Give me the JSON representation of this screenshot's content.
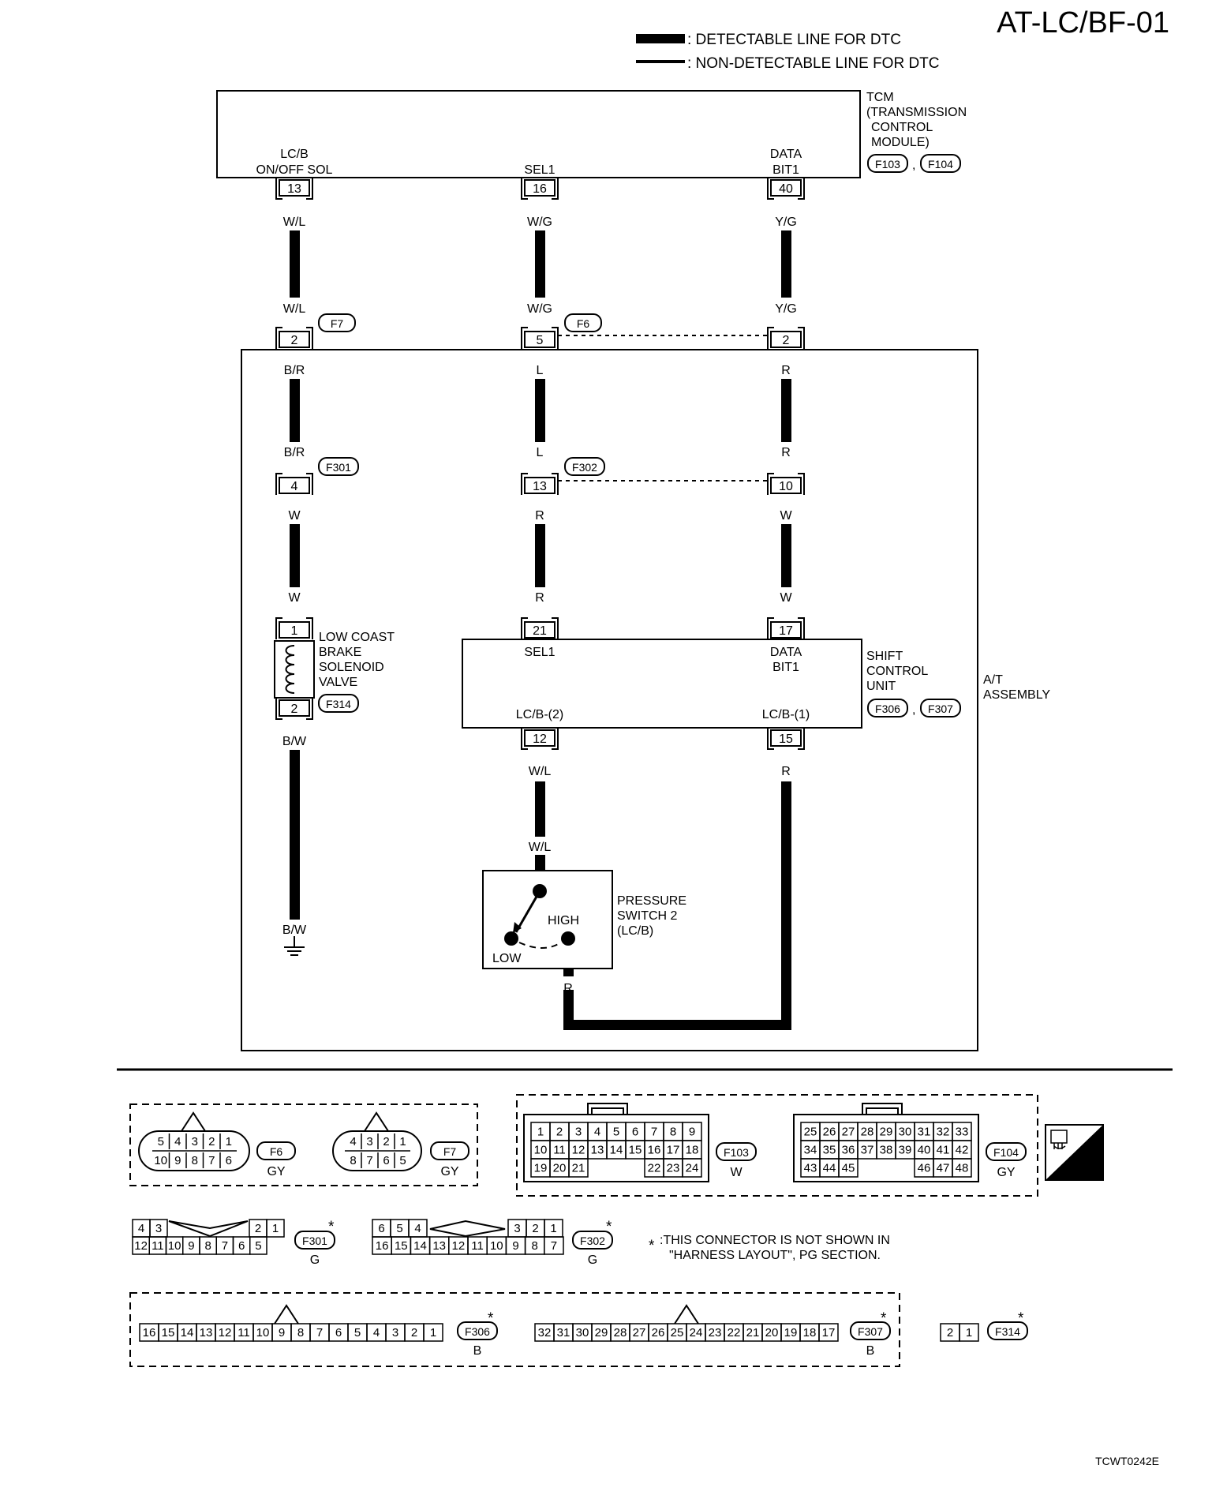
{
  "diagram_code": "AT-LC/BF-01",
  "legend": {
    "detectable": ": DETECTABLE LINE FOR DTC",
    "non_detectable": ": NON-DETECTABLE LINE FOR DTC"
  },
  "tcm": {
    "name_lines": [
      "TCM",
      "(TRANSMISSION",
      "CONTROL",
      "MODULE)"
    ],
    "connectors": [
      "F103",
      "F104"
    ],
    "pins": [
      {
        "label_lines": [
          "LC/B",
          "ON/OFF SOL"
        ],
        "pin": "13",
        "wire": "W/L"
      },
      {
        "label_lines": [
          "SEL1"
        ],
        "pin": "16",
        "wire": "W/G"
      },
      {
        "label_lines": [
          "DATA",
          "BIT1"
        ],
        "pin": "40",
        "wire": "Y/G"
      }
    ]
  },
  "f7": {
    "connector": "F7",
    "pin": "2",
    "wire_in": "W/L",
    "wire_out": "B/R"
  },
  "f6": {
    "connector": "F6",
    "pins": [
      "5",
      "2"
    ],
    "wires_in": [
      "W/G",
      "Y/G"
    ],
    "wires_out": [
      "L",
      "R"
    ]
  },
  "f301": {
    "connector": "F301",
    "pin": "4",
    "wire_in": "B/R",
    "wire_out": "W"
  },
  "f302": {
    "connector": "F302",
    "pins": [
      "13",
      "10"
    ],
    "wires_in": [
      "L",
      "R"
    ],
    "wires_out": [
      "R",
      "W"
    ]
  },
  "solenoid": {
    "name_lines": [
      "LOW COAST",
      "BRAKE",
      "SOLENOID",
      "VALVE"
    ],
    "connector": "F314",
    "pins": [
      "1",
      "2"
    ],
    "wire_in": "W",
    "wire_out": "B/W",
    "ground_wire": "B/W"
  },
  "shift_unit": {
    "name_lines": [
      "SHIFT",
      "CONTROL",
      "UNIT"
    ],
    "connectors": [
      "F306",
      "F307"
    ],
    "top_pins": [
      {
        "pin": "21",
        "wire": "R",
        "label": "SEL1"
      },
      {
        "pin": "17",
        "wire": "W",
        "label_lines": [
          "DATA",
          "BIT1"
        ]
      }
    ],
    "bottom_pins": [
      {
        "pin": "12",
        "wire": "W/L",
        "label": "LC/B-(2)"
      },
      {
        "pin": "15",
        "wire": "R",
        "label": "LC/B-(1)"
      }
    ]
  },
  "pressure_switch": {
    "name_lines": [
      "PRESSURE",
      "SWITCH 2",
      "(LC/B)"
    ],
    "high": "HIGH",
    "low": "LOW",
    "wire_in": "W/L",
    "wire_out": "R"
  },
  "at_assembly": [
    "A/T",
    "ASSEMBLY"
  ],
  "connector_views": {
    "f6": {
      "id": "F6",
      "color": "GY",
      "top": [
        "5",
        "4",
        "3",
        "2",
        "1"
      ],
      "bottom": [
        "10",
        "9",
        "8",
        "7",
        "6"
      ]
    },
    "f7": {
      "id": "F7",
      "color": "GY",
      "top": [
        "4",
        "3",
        "2",
        "1"
      ],
      "bottom": [
        "8",
        "7",
        "6",
        "5"
      ]
    },
    "f103": {
      "id": "F103",
      "color": "W",
      "rows": [
        [
          "1",
          "2",
          "3",
          "4",
          "5",
          "6",
          "7",
          "8",
          "9"
        ],
        [
          "10",
          "11",
          "12",
          "13",
          "14",
          "15",
          "16",
          "17",
          "18"
        ],
        [
          "19",
          "20",
          "21",
          "",
          "",
          "",
          "22",
          "23",
          "24"
        ]
      ]
    },
    "f104": {
      "id": "F104",
      "color": "GY",
      "rows": [
        [
          "25",
          "26",
          "27",
          "28",
          "29",
          "30",
          "31",
          "32",
          "33"
        ],
        [
          "34",
          "35",
          "36",
          "37",
          "38",
          "39",
          "40",
          "41",
          "42"
        ],
        [
          "43",
          "44",
          "45",
          "",
          "",
          "",
          "46",
          "47",
          "48"
        ]
      ]
    },
    "hs_label": "H.S.",
    "f301": {
      "id": "F301",
      "color": "G",
      "top_left": [
        "4",
        "3"
      ],
      "top_right": [
        "2",
        "1"
      ],
      "bottom": [
        "12",
        "11",
        "10",
        "9",
        "8",
        "7",
        "6",
        "5"
      ]
    },
    "f302": {
      "id": "F302",
      "color": "G",
      "top_left": [
        "6",
        "5",
        "4"
      ],
      "top_right": [
        "3",
        "2",
        "1"
      ],
      "bottom": [
        "16",
        "15",
        "14",
        "13",
        "12",
        "11",
        "10",
        "9",
        "8",
        "7"
      ]
    },
    "note_star": "*",
    "note_lines": [
      ":THIS CONNECTOR IS NOT SHOWN IN",
      "\"HARNESS LAYOUT\", PG SECTION."
    ],
    "f306": {
      "id": "F306",
      "color": "B",
      "pins": [
        "16",
        "15",
        "14",
        "13",
        "12",
        "11",
        "10",
        "9",
        "8",
        "7",
        "6",
        "5",
        "4",
        "3",
        "2",
        "1"
      ]
    },
    "f307": {
      "id": "F307",
      "color": "B",
      "pins": [
        "32",
        "31",
        "30",
        "29",
        "28",
        "27",
        "26",
        "25",
        "24",
        "23",
        "22",
        "21",
        "20",
        "19",
        "18",
        "17"
      ]
    },
    "f314": {
      "id": "F314",
      "pins": [
        "2",
        "1"
      ]
    }
  },
  "figure_code": "TCWT0242E"
}
